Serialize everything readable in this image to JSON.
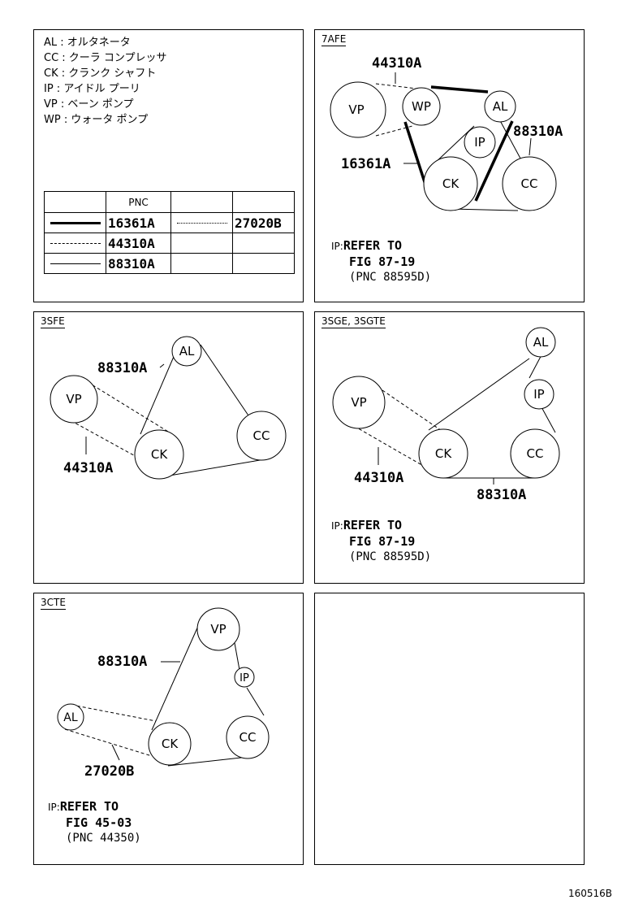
{
  "legend": [
    "AL : オルタネータ",
    "CC : クーラ コンプレッサ",
    "CK : クランク シャフト",
    "IP : アイドル プーリ",
    "VP : ベーン ポンプ",
    "WP : ウォータ ポンプ"
  ],
  "pnc_table": {
    "header": "PNC",
    "rows": [
      {
        "pnc": "16361A",
        "alt_pnc": "27020B"
      },
      {
        "pnc": "44310A",
        "alt_pnc": ""
      },
      {
        "pnc": "88310A",
        "alt_pnc": ""
      }
    ]
  },
  "panels": {
    "7afe": {
      "title": "7AFE",
      "pulleys": {
        "vp": "VP",
        "wp": "WP",
        "al": "AL",
        "ip": "IP",
        "ck": "CK",
        "cc": "CC"
      },
      "labels": {
        "a": "44310A",
        "b": "88310A",
        "c": "16361A"
      },
      "note": {
        "ip": "IP:",
        "l1": "REFER TO",
        "l2": "FIG 87-19",
        "l3": "(PNC 88595D)"
      }
    },
    "3sfe": {
      "title": "3SFE",
      "pulleys": {
        "al": "AL",
        "vp": "VP",
        "ck": "CK",
        "cc": "CC"
      },
      "labels": {
        "a": "88310A",
        "b": "44310A"
      }
    },
    "3sge": {
      "title": "3SGE, 3SGTE",
      "pulleys": {
        "al": "AL",
        "ip": "IP",
        "vp": "VP",
        "ck": "CK",
        "cc": "CC"
      },
      "labels": {
        "a": "44310A",
        "b": "88310A"
      },
      "note": {
        "ip": "IP:",
        "l1": "REFER TO",
        "l2": "FIG 87-19",
        "l3": "(PNC 88595D)"
      }
    },
    "3cte": {
      "title": "3CTE",
      "pulleys": {
        "vp": "VP",
        "ip": "IP",
        "al": "AL",
        "ck": "CK",
        "cc": "CC"
      },
      "labels": {
        "a": "88310A",
        "b": "27020B"
      },
      "note": {
        "ip": "IP:",
        "l1": "REFER TO",
        "l2": "FIG 45-03",
        "l3": "(PNC 44350)"
      }
    }
  },
  "drawing_code": "160516B"
}
